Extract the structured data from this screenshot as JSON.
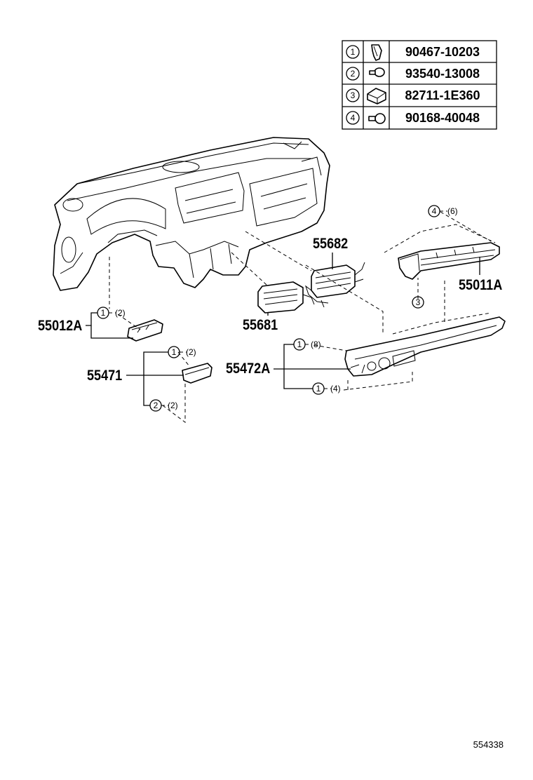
{
  "parts_table": [
    {
      "index": "1",
      "icon": "clip-icon",
      "part_no": "90467-10203"
    },
    {
      "index": "2",
      "icon": "screw-icon",
      "part_no": "93540-13008"
    },
    {
      "index": "3",
      "icon": "bracket-clip-icon",
      "part_no": "82711-1E360"
    },
    {
      "index": "4",
      "icon": "bolt-icon",
      "part_no": "90168-40048"
    }
  ],
  "labels": {
    "p55682": "55682",
    "p55681": "55681",
    "p55011a": "55011A",
    "p55012a": "55012A",
    "p55471": "55471",
    "p55472a": "55472A"
  },
  "callouts": {
    "c55011a_top": {
      "index": "4",
      "qty": "(6)"
    },
    "c55011a_bottom": {
      "index": "3"
    },
    "c55012a": {
      "index": "1",
      "qty": "(2)"
    },
    "c55471_top": {
      "index": "1",
      "qty": "(2)"
    },
    "c55471_bottom": {
      "index": "2",
      "qty": "(2)"
    },
    "c55472a_top": {
      "index": "1",
      "qty": "(8)"
    },
    "c55472a_bottom": {
      "index": "1",
      "qty": "(4)"
    }
  },
  "figure_id": "554338"
}
